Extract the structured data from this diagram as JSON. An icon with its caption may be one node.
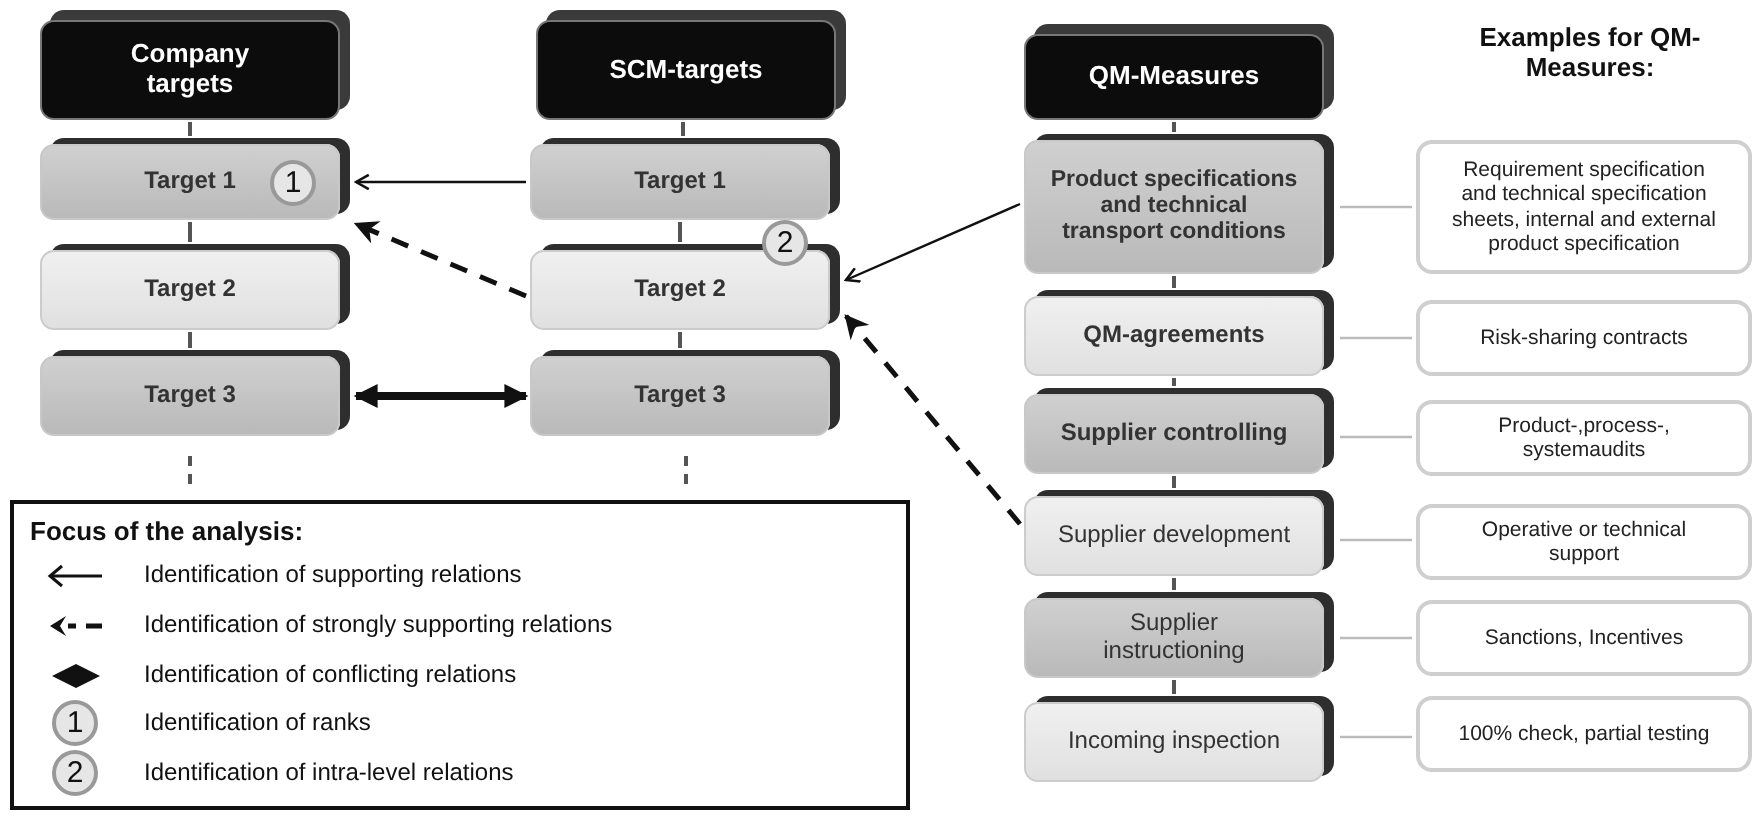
{
  "diagram": {
    "nodes": [
      {
        "text": [
          "Company targets"
        ]
      },
      {
        "text": [
          "Target 1"
        ]
      },
      {
        "text": [
          "Target 2"
        ]
      },
      {
        "text": [
          "Target 3"
        ]
      },
      {
        "text": [
          "SCM-targets"
        ]
      },
      {
        "text": [
          "Target 1"
        ]
      },
      {
        "text": [
          "Target 2"
        ]
      },
      {
        "text": [
          "Target 3"
        ]
      },
      {
        "text": [
          "QM-Measures"
        ]
      },
      {
        "text": [
          "Product specifications and technical transport conditions"
        ]
      },
      {
        "text": [
          "QM-agreements"
        ]
      },
      {
        "text": [
          "Supplier controlling"
        ]
      },
      {
        "text": [
          "Supplier development"
        ]
      },
      {
        "text": [
          "Supplier instructioning"
        ]
      },
      {
        "text": [
          "Incoming inspection"
        ]
      },
      {
        "text": [
          "Requirement specification and technical specification sheets, internal and external product specification"
        ]
      },
      {
        "text": [
          "Risk-sharing contracts"
        ]
      },
      {
        "text": [
          "Product-,process-, systemaudits"
        ]
      },
      {
        "text": [
          "Operative  or technical support"
        ]
      },
      {
        "text": [
          "Sanctions, Incentives"
        ]
      },
      {
        "text": [
          "100% check, partial testing"
        ]
      }
    ],
    "edges": [
      {
        "from": 5,
        "to": 1,
        "arrow": "to"
      },
      {
        "from": 6,
        "to": 1,
        "arrow": "to",
        "style": "dashed"
      },
      {
        "from": 3,
        "to": 7,
        "arrow": "both",
        "style": "thick"
      },
      {
        "from": 9,
        "to": 6,
        "arrow": "to"
      },
      {
        "from": 12,
        "to": 6,
        "arrow": "to",
        "style": "dashed"
      },
      {
        "from": 0,
        "to": 1,
        "arrow": "none"
      },
      {
        "from": 1,
        "to": 2,
        "arrow": "none"
      },
      {
        "from": 2,
        "to": 3,
        "arrow": "none"
      },
      {
        "from": 4,
        "to": 5,
        "arrow": "none"
      },
      {
        "from": 5,
        "to": 6,
        "arrow": "none"
      },
      {
        "from": 6,
        "to": 7,
        "arrow": "none"
      },
      {
        "from": 8,
        "to": 9,
        "arrow": "none"
      },
      {
        "from": 9,
        "to": 10,
        "arrow": "none"
      },
      {
        "from": 10,
        "to": 11,
        "arrow": "none"
      },
      {
        "from": 11,
        "to": 12,
        "arrow": "none"
      },
      {
        "from": 12,
        "to": 13,
        "arrow": "none"
      },
      {
        "from": 13,
        "to": 14,
        "arrow": "none"
      },
      {
        "from": 9,
        "to": 15,
        "arrow": "none",
        "color": "#bbbbbb"
      },
      {
        "from": 10,
        "to": 16,
        "arrow": "none",
        "color": "#bbbbbb"
      },
      {
        "from": 11,
        "to": 17,
        "arrow": "none",
        "color": "#bbbbbb"
      },
      {
        "from": 12,
        "to": 18,
        "arrow": "none",
        "color": "#bbbbbb"
      },
      {
        "from": 13,
        "to": 19,
        "arrow": "none",
        "color": "#bbbbbb"
      },
      {
        "from": 14,
        "to": 20,
        "arrow": "none",
        "color": "#bbbbbb"
      }
    ],
    "labels": [
      "1",
      "2",
      "Examples for QM-Measures:",
      "Focus of the analysis:",
      "1",
      "2"
    ],
    "legend": [
      {
        "text": "Identification of supporting relations"
      },
      {
        "text": "Identification of strongly supporting relations"
      },
      {
        "text": "Identification of conflicting relations"
      },
      {
        "text": "Identification of ranks"
      },
      {
        "text": "Identification of intra-level relations"
      }
    ]
  }
}
